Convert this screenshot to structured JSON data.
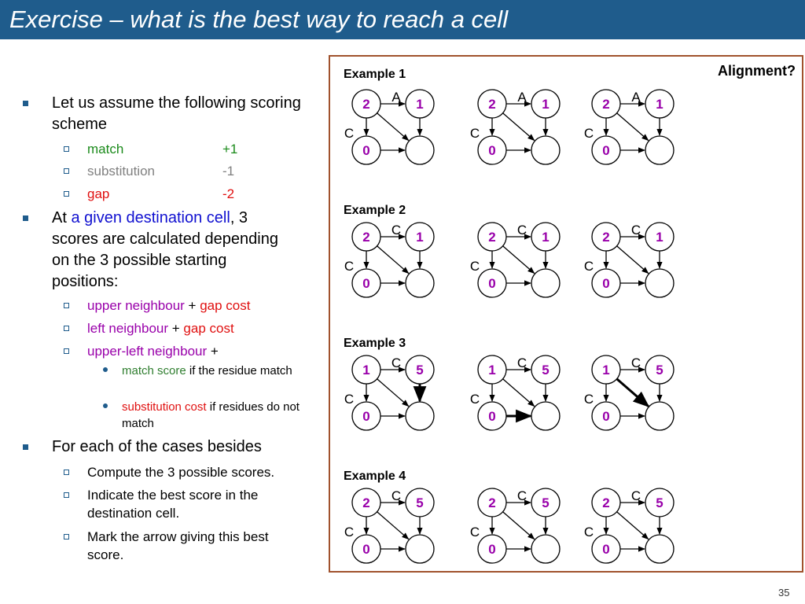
{
  "title": "Exercise – what is the best way to reach a cell",
  "left": {
    "b1": "Let us assume the following scoring scheme",
    "match_label": "match",
    "match_value": "+1",
    "sub_label": "substitution",
    "sub_value": "-1",
    "gap_label": "gap",
    "gap_value": "-2",
    "b2_pre": "At ",
    "b2_highlight": "a given destination cell",
    "b2_post": ", 3 scores are calculated depending on the 3 possible starting positions:",
    "upper": "upper neighbour",
    "left_n": "left neighbour",
    "upper_left": "upper-left neighbour",
    "plus": " + ",
    "gap_cost": "gap cost",
    "match_score": "match score",
    "match_score_rest": " if the residue match",
    "sub_cost": "substitution cost",
    "sub_cost_rest": " if residues do not match",
    "b3": "For each of the cases besides",
    "s1": "Compute the 3 possible scores.",
    "s2": "Indicate the best score in the destination cell.",
    "s3": "Mark the arrow giving this best score."
  },
  "panel": {
    "alignment_label": "Alignment?",
    "examples": [
      {
        "label": "Example 1",
        "top_letter": "A",
        "left_letter": "C",
        "ul": "2",
        "ur": "1",
        "ll": "0",
        "bold": "none"
      },
      {
        "label": "Example 2",
        "top_letter": "C",
        "left_letter": "C",
        "ul": "2",
        "ur": "1",
        "ll": "0",
        "bold": "none"
      },
      {
        "label": "Example 3",
        "top_letter": "C",
        "left_letter": "C",
        "ul": "1",
        "ur": "5",
        "ll": "0",
        "bold": "third"
      },
      {
        "label": "Example 4",
        "top_letter": "C",
        "left_letter": "C",
        "ul": "2",
        "ur": "5",
        "ll": "0",
        "bold": "none"
      }
    ]
  },
  "colors": {
    "title_bar": "#1f5c8c",
    "panel_border": "#a0522d",
    "node_text": "#9900aa"
  },
  "page_number": "35"
}
